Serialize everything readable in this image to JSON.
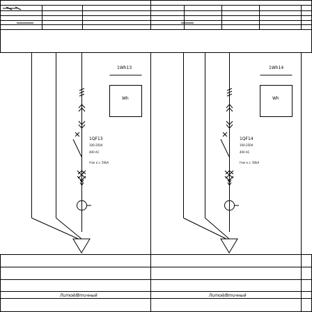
{
  "panels": [
    {
      "meter_id": "1Wh13",
      "meter_unit": "Wh",
      "breaker_id": "1QF13",
      "breaker_spec1": "100-250A",
      "breaker_spec2": "400 AC",
      "breaker_spec3": "Iток к.з. 50kA",
      "footer": "Лumoй/Вmuчный"
    },
    {
      "meter_id": "1Wh14",
      "meter_unit": "Wh",
      "breaker_id": "1QF14",
      "breaker_spec1": "100-250A",
      "breaker_spec2": "400 AC",
      "breaker_spec3": "Iток к.з. 50kA",
      "footer": "Лumoй/Вmuчный"
    }
  ]
}
